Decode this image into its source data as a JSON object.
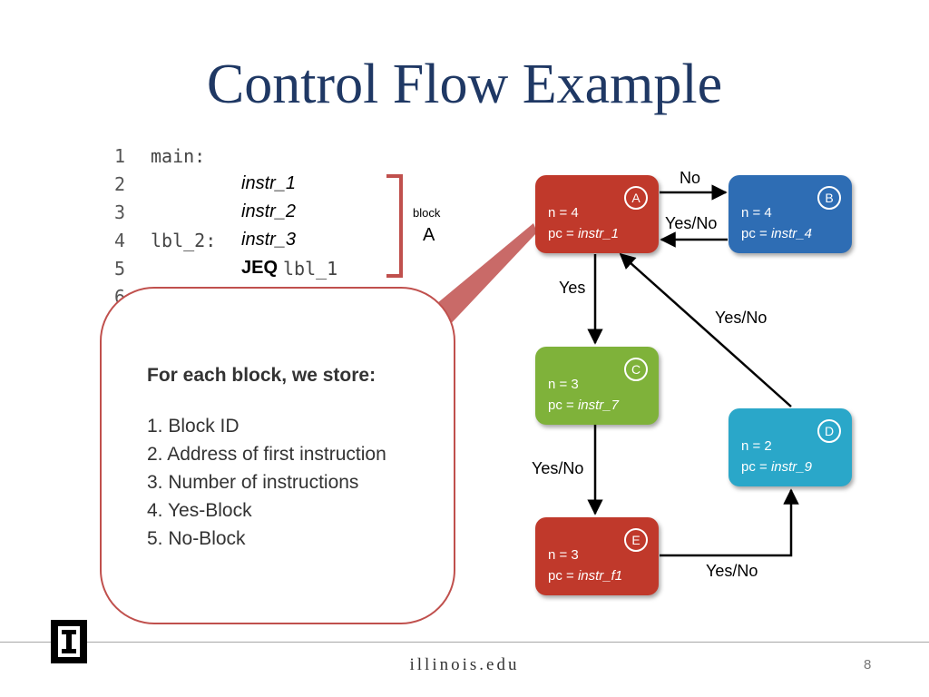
{
  "slide": {
    "title": "Control Flow Example",
    "page_number": "8",
    "footer": "illinois.edu"
  },
  "code": {
    "line_numbers": [
      "1",
      "2",
      "3",
      "4",
      "5",
      "6"
    ],
    "main_label": "main:",
    "lbl2_label": "lbl_2:",
    "instr_1": "instr_1",
    "instr_2": "instr_2",
    "instr_3": "instr_3",
    "jeq": "JEQ",
    "jeq_target": "lbl_1"
  },
  "bracket": {
    "small": "block",
    "letter": "A"
  },
  "nodes": {
    "A": {
      "id": "A",
      "n": "n = 4",
      "pc_prefix": "pc = ",
      "pc_instr": "instr_1",
      "color": "#c0392b"
    },
    "B": {
      "id": "B",
      "n": "n = 4",
      "pc_prefix": "pc = ",
      "pc_instr": "instr_4",
      "color": "#2e6db4"
    },
    "C": {
      "id": "C",
      "n": "n = 3",
      "pc_prefix": "pc = ",
      "pc_instr": "instr_7",
      "color": "#7fb23a"
    },
    "D": {
      "id": "D",
      "n": "n = 2",
      "pc_prefix": "pc = ",
      "pc_instr": "instr_9",
      "color": "#2aa7c9"
    },
    "E": {
      "id": "E",
      "n": "n = 3",
      "pc_prefix": "pc = ",
      "pc_instr": "instr_f1",
      "color": "#c0392b"
    }
  },
  "edges": {
    "a_to_b": "No",
    "b_to_a": "Yes/No",
    "a_to_c": "Yes",
    "d_to_a": "Yes/No",
    "c_to_e": "Yes/No",
    "e_to_d": "Yes/No"
  },
  "callout": {
    "heading": "For each block, we store:",
    "items": [
      "1.  Block ID",
      "2.  Address of first instruction",
      "3.  Number of instructions",
      "4.  Yes-Block",
      "5.  No-Block"
    ]
  }
}
